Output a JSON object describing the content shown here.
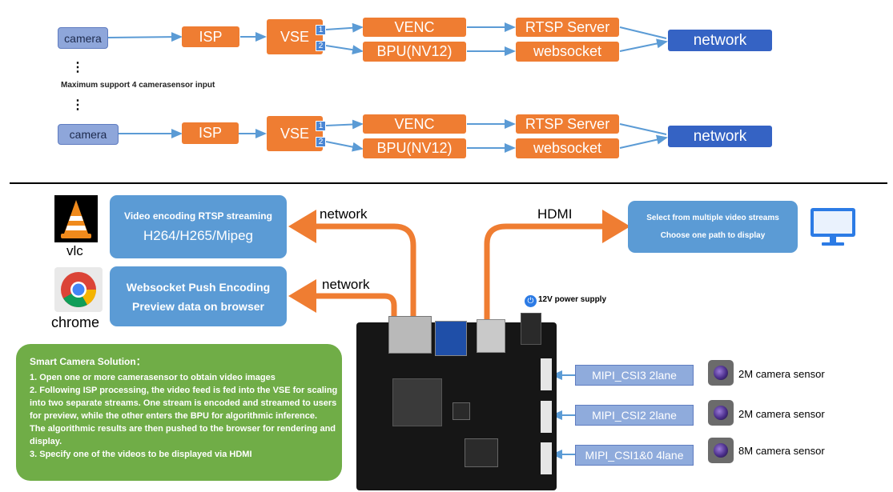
{
  "top": {
    "rows": [
      {
        "camera": "camera",
        "isp": "ISP",
        "vse": "VSE",
        "badge1": "1",
        "badge2": "2",
        "venc": "VENC",
        "bpu": "BPU(NV12)",
        "rtsp": "RTSP Server",
        "websocket": "websocket",
        "network": "network"
      },
      {
        "camera": "camera",
        "isp": "ISP",
        "vse": "VSE",
        "badge1": "1",
        "badge2": "2",
        "venc": "VENC",
        "bpu": "BPU(NV12)",
        "rtsp": "RTSP Server",
        "websocket": "websocket",
        "network": "network"
      }
    ],
    "dots1": "⋮",
    "dots2": "⋮",
    "support_text": "Maximum support 4 camerasensor input"
  },
  "bottom": {
    "vlc_label": "vlc",
    "chrome_label": "chrome",
    "rtsp_box": {
      "line1": "Video encoding RTSP streaming",
      "line2": "H264/H265/Mipeg"
    },
    "ws_box": {
      "line1": "Websocket Push Encoding",
      "line2": "Preview data on browser"
    },
    "network_label_1": "network",
    "network_label_2": "network",
    "hdmi_label": "HDMI",
    "display_box": {
      "line1": "Select from multiple video streams",
      "line2": "Choose one path to display"
    },
    "power_label": "12V power supply",
    "mipi": [
      {
        "port": "MIPI_CSI3 2lane",
        "sensor": "2M camera sensor"
      },
      {
        "port": "MIPI_CSI2 2lane",
        "sensor": "2M camera sensor"
      },
      {
        "port": "MIPI_CSI1&0 4lane",
        "sensor": "8M camera sensor"
      }
    ],
    "solution": {
      "title": "Smart Camera Solution：",
      "lines": [
        "1. Open one or more camerasensor to obtain video images",
        "2. Following ISP processing, the video feed is fed into the VSE for scaling",
        "into two separate streams. One stream is encoded and streamed to users",
        "for preview, while the other enters the BPU for algorithmic inference.",
        "The algorithmic results are then pushed to the browser for rendering and",
        "display.",
        "3. Specify one of the videos to be displayed via HDMI"
      ]
    }
  },
  "colors": {
    "orange": "#ef7d32",
    "arrow_blue": "#5b9bd5",
    "network_blue": "#3563c4",
    "green": "#70ad47"
  }
}
